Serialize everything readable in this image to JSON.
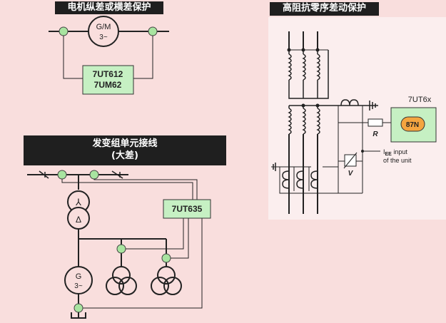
{
  "titles": {
    "motor_protection": "电机纵差或横差保护",
    "unit_protection_line1": "发变组单元接线",
    "unit_protection_line2": "(大差)",
    "restricted_earth_fault": "高阻抗零序差动保护"
  },
  "top_left": {
    "machine_label_1": "G/M",
    "machine_label_2": "3~",
    "relay_line1": "7UT612",
    "relay_line2": "7UM62"
  },
  "bottom_left": {
    "relay": "7UT635",
    "transformer_primary": "⅄",
    "transformer_secondary": "Δ",
    "generator_label_1": "G",
    "generator_label_2": "3~"
  },
  "right": {
    "relay_title": "7UT6x",
    "relay_element": "87N",
    "resistor": "R",
    "varistor": "V",
    "input_line1_prefix": "I",
    "input_line1_sub": "EE",
    "input_line1_rest": " input",
    "input_line2": "of the unit"
  },
  "colors": {
    "background": "#f9dedd",
    "relay_box": "#c6f0c3",
    "ct_marker": "#a8e4a0",
    "element_badge": "#f4a540",
    "title_bar": "#1f1f1f"
  }
}
